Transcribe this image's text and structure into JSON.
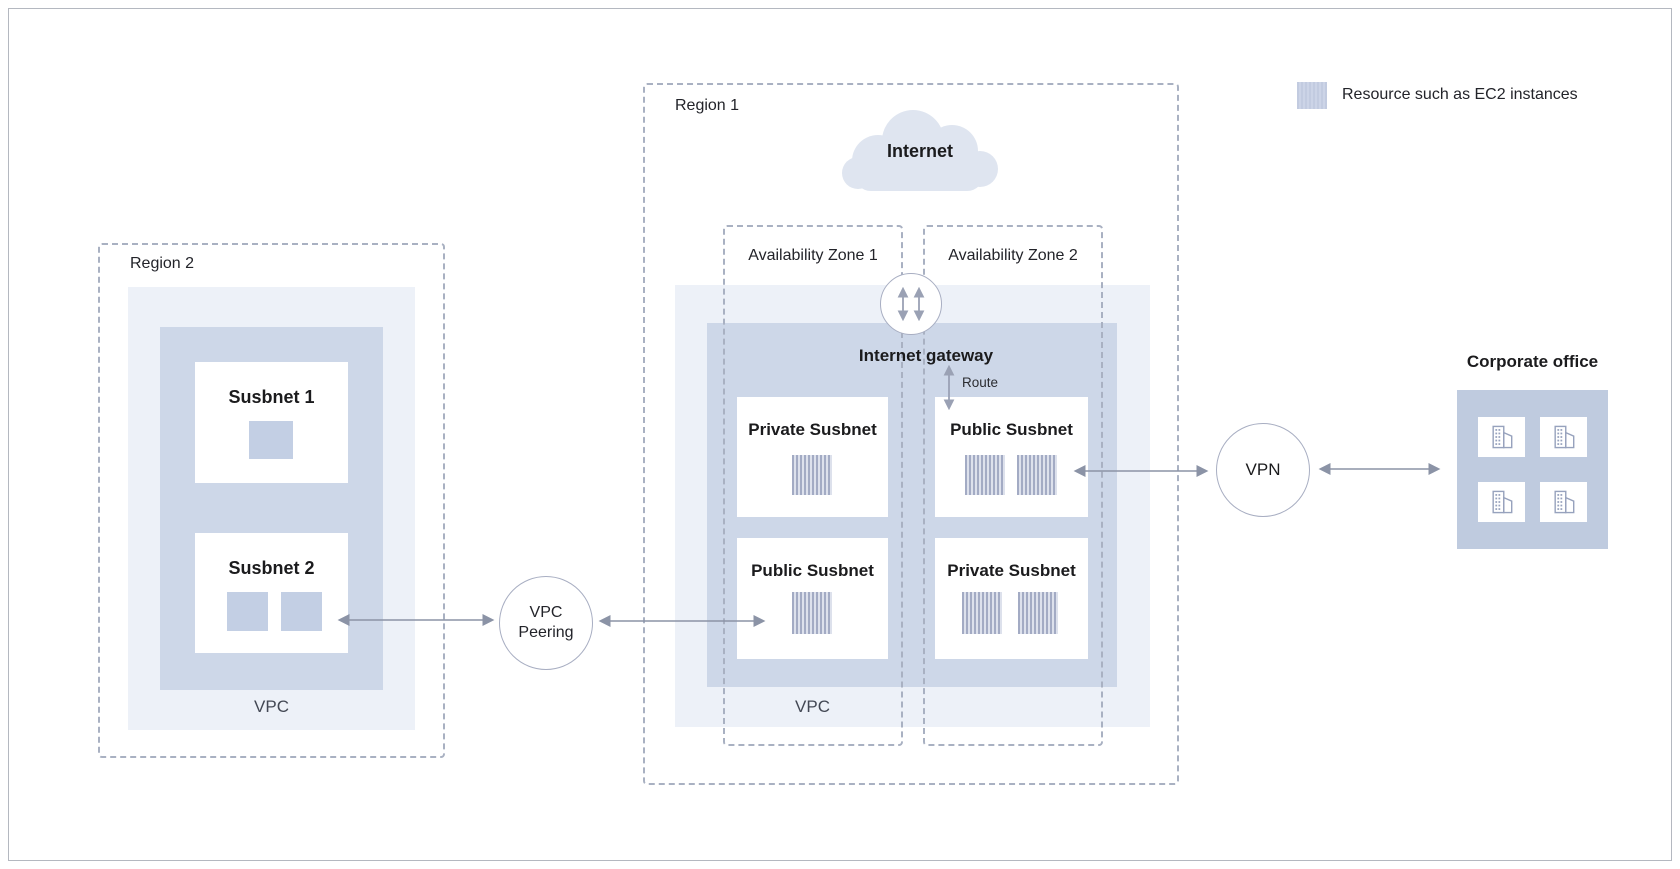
{
  "legend": {
    "text": "Resource such as EC2 instances"
  },
  "region1": {
    "title": "Region 1",
    "internet": "Internet",
    "gateway": "Internet gateway",
    "route": "Route",
    "vpc": "VPC",
    "az1": {
      "title": "Availability Zone 1",
      "subnets": [
        {
          "label": "Private Susbnet",
          "resources": 1
        },
        {
          "label": "Public Susbnet",
          "resources": 1
        }
      ]
    },
    "az2": {
      "title": "Availability Zone 2",
      "subnets": [
        {
          "label": "Public Susbnet",
          "resources": 2
        },
        {
          "label": "Private Susbnet",
          "resources": 2
        }
      ]
    }
  },
  "region2": {
    "title": "Region 2",
    "vpc": "VPC",
    "subnets": [
      {
        "label": "Susbnet 1",
        "resources": 1
      },
      {
        "label": "Susbnet 2",
        "resources": 2
      }
    ]
  },
  "nodes": {
    "vpc_peering_line1": "VPC",
    "vpc_peering_line2": "Peering",
    "vpn": "VPN"
  },
  "corporate": {
    "title": "Corporate office"
  },
  "colors": {
    "container_light": "#edf1f8",
    "container_dark": "#cdd7e8",
    "resource_solid": "#c3cfe4",
    "resource_stripe_dark": "#a3abc4",
    "resource_stripe_light": "#dde1ec",
    "corporate_box": "#bfcbdf",
    "cloud": "#dfe5f0",
    "dashed_border": "#a9b1c2",
    "arrow": "#8b93a6",
    "circle_border": "#a8aec2",
    "text": "#1d1d1f"
  }
}
